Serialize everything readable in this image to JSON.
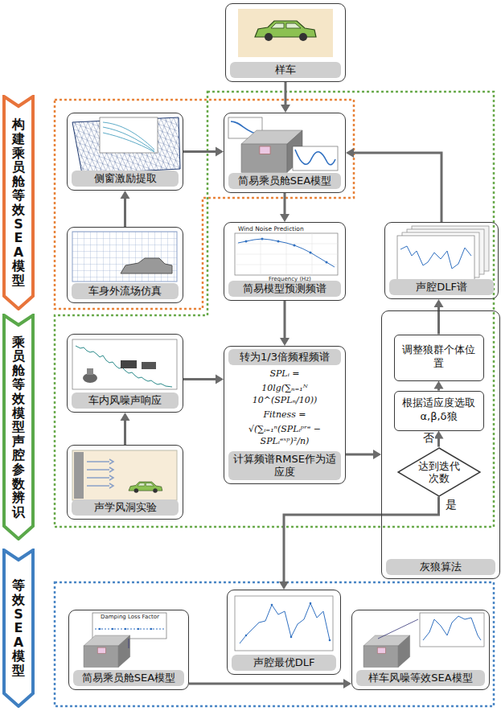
{
  "diagram": {
    "nodes": [
      {
        "text": [
          "构建乘员舱等效SEA模型"
        ]
      },
      {
        "text": [
          "样车"
        ]
      },
      {
        "text": [
          "侧窗激励提取"
        ]
      },
      {
        "text": [
          "简易乘员舱SEA模型"
        ]
      },
      {
        "text": [
          "车身外流场仿真"
        ]
      },
      {
        "text": [
          "简易模型预测频谱"
        ]
      },
      {
        "text": [
          "声腔DLF谱"
        ]
      },
      {
        "text": [
          "乘员舱等效模型声腔参数辨识"
        ]
      },
      {
        "text": [
          "车内风噪声响应"
        ]
      },
      {
        "text": [
          "转为1/3倍频程频谱",
          "SPLᵢ =",
          "10lg(∑ₙ₌₁ᴺ 10^(SPLₙ/10))",
          "Fitness =",
          "√(∑ᵢ₌₁ⁿ(SPLᵢᵖʳᵉ − SPLᵢᵉˣᵖ)²/n)",
          "计算频谱RMSE作为适应度"
        ]
      },
      {
        "text": [
          "灰狼算法"
        ]
      },
      {
        "text": [
          "调整狼群个体位置"
        ],
        "in": 10
      },
      {
        "text": [
          "根据适应度选取α,β,δ狼"
        ],
        "in": 10
      },
      {
        "text": [
          "达到迭代次数"
        ],
        "in": 10
      },
      {
        "text": [
          "声学风洞实验"
        ]
      },
      {
        "text": [
          "等效SEA模型"
        ]
      },
      {
        "text": [
          "简易乘员舱SEA模型"
        ]
      },
      {
        "text": [
          "声腔最优DLF"
        ]
      },
      {
        "text": [
          "样车风噪等效SEA模型"
        ]
      }
    ],
    "edges": [
      {
        "from": 1,
        "to": 3,
        "arrow": "to"
      },
      {
        "from": 2,
        "to": 3,
        "arrow": "to"
      },
      {
        "from": 4,
        "to": 2,
        "arrow": "to"
      },
      {
        "from": 3,
        "to": 5,
        "arrow": "to"
      },
      {
        "from": 5,
        "to": 9,
        "arrow": "to"
      },
      {
        "from": 8,
        "to": 9,
        "arrow": "to"
      },
      {
        "from": 14,
        "to": 8,
        "arrow": "to"
      },
      {
        "from": 9,
        "to": 10,
        "arrow": "to"
      },
      {
        "from": 13,
        "to": 12,
        "label": "否",
        "arrow": "to"
      },
      {
        "from": 12,
        "to": 11,
        "arrow": "to"
      },
      {
        "from": 11,
        "to": 6,
        "arrow": "to"
      },
      {
        "from": 6,
        "to": 3,
        "arrow": "to"
      },
      {
        "from": 13,
        "to": 17,
        "label": "是",
        "arrow": "to"
      },
      {
        "from": 16,
        "to": 18,
        "arrow": "to"
      }
    ],
    "labels": [
      "Wind Noise Prediction",
      "Frequency (Hz)",
      "Damping Loss Factor"
    ]
  }
}
